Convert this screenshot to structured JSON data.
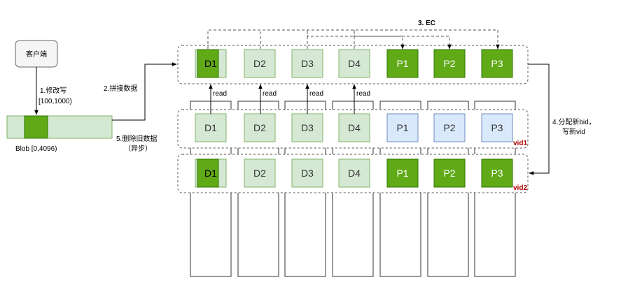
{
  "client": {
    "label": "客户端"
  },
  "steps": {
    "modify_write": "1.修改写",
    "range": "[100,1000)",
    "splice": "2.拼接数据",
    "ec": "3. EC",
    "alloc_line1": "4.分配新bid，",
    "alloc_line2": "写新vid",
    "delete_line1": "5.删除旧数据",
    "delete_line2": "（异步）"
  },
  "blob": {
    "label": "Blob [0,4096)"
  },
  "stripe_new": {
    "blocks": [
      {
        "label": "D1",
        "kind": "data_partial"
      },
      {
        "label": "D2",
        "kind": "data"
      },
      {
        "label": "D3",
        "kind": "data"
      },
      {
        "label": "D4",
        "kind": "data"
      },
      {
        "label": "P1",
        "kind": "parity"
      },
      {
        "label": "P2",
        "kind": "parity"
      },
      {
        "label": "P3",
        "kind": "parity"
      }
    ]
  },
  "stripe_vid1": {
    "tag": "vid1",
    "blocks": [
      {
        "label": "D1",
        "kind": "data"
      },
      {
        "label": "D2",
        "kind": "data"
      },
      {
        "label": "D3",
        "kind": "data"
      },
      {
        "label": "D4",
        "kind": "data"
      },
      {
        "label": "P1",
        "kind": "old_parity"
      },
      {
        "label": "P2",
        "kind": "old_parity"
      },
      {
        "label": "P3",
        "kind": "old_parity"
      }
    ]
  },
  "stripe_vid2": {
    "tag": "vid2",
    "blocks": [
      {
        "label": "D1",
        "kind": "data_partial"
      },
      {
        "label": "D2",
        "kind": "data"
      },
      {
        "label": "D3",
        "kind": "data"
      },
      {
        "label": "D4",
        "kind": "data"
      },
      {
        "label": "P1",
        "kind": "parity"
      },
      {
        "label": "P2",
        "kind": "parity"
      },
      {
        "label": "P3",
        "kind": "parity"
      }
    ]
  },
  "read_labels": [
    "read",
    "read",
    "read",
    "read"
  ],
  "colors": {
    "data_fill": "#d5e8d4",
    "data_stroke": "#82b366",
    "green_fill": "#60a917",
    "green_stroke": "#2d7600",
    "old_fill": "#dae8fc",
    "old_stroke": "#6c8ebf",
    "tag_red": "#b20000"
  }
}
